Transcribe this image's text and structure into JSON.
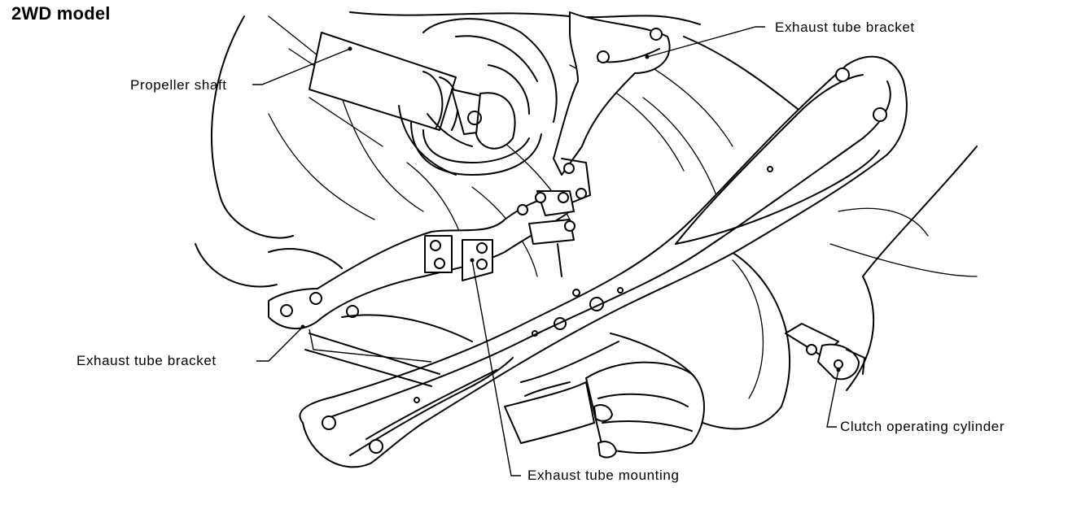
{
  "title": "2WD model",
  "callouts": {
    "propeller_shaft": "Propeller shaft",
    "exhaust_tube_bracket_top": "Exhaust tube bracket",
    "exhaust_tube_bracket_left": "Exhaust tube bracket",
    "exhaust_tube_mounting": "Exhaust tube mounting",
    "clutch_operating_cylinder": "Clutch operating cylinder"
  }
}
